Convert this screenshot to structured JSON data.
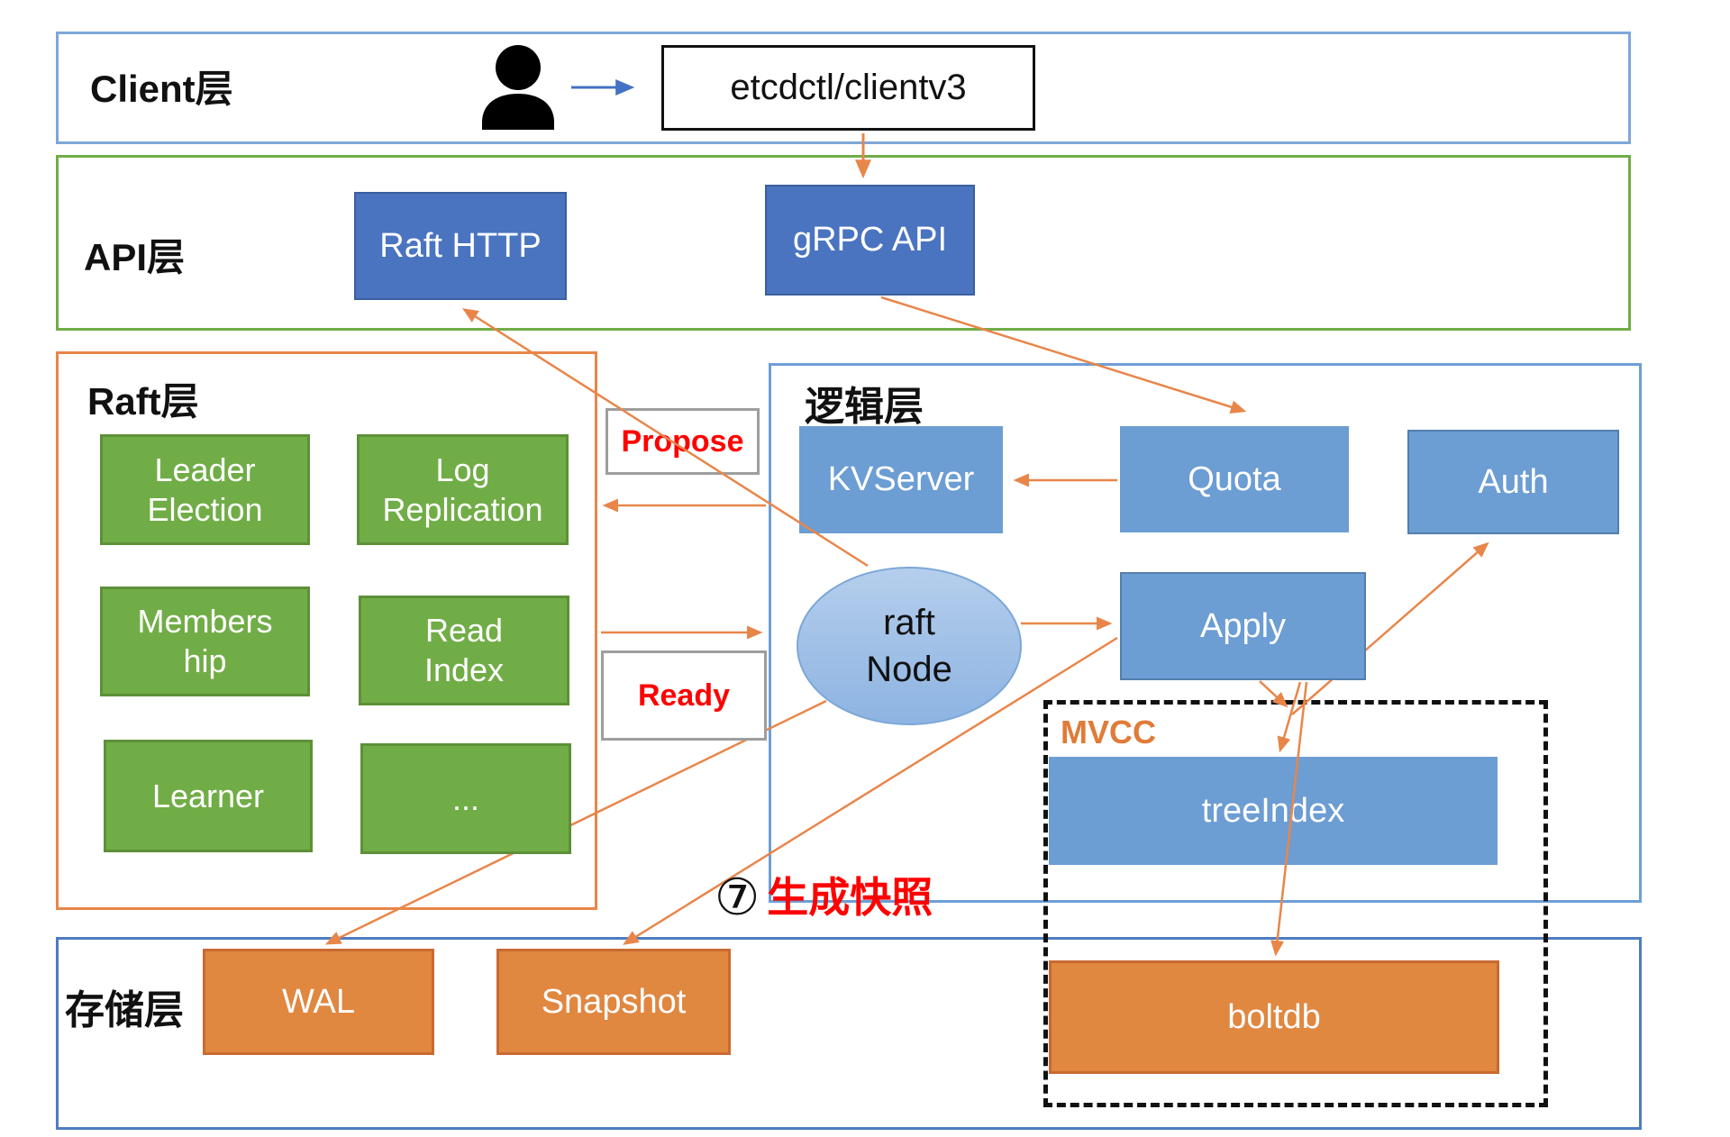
{
  "layers": {
    "client": {
      "title": "Client层"
    },
    "api": {
      "title": "API层"
    },
    "raft": {
      "title": "Raft层"
    },
    "logic": {
      "title": "逻辑层"
    },
    "storage": {
      "title": "存储层"
    }
  },
  "nodes": {
    "etcdctl": {
      "label": "etcdctl/clientv3"
    },
    "raft_http": {
      "label": "Raft HTTP"
    },
    "grpc_api": {
      "label": "gRPC API"
    },
    "leader_election": {
      "lines": [
        "Leader",
        "Election"
      ]
    },
    "log_replication": {
      "lines": [
        "Log",
        "Replication"
      ]
    },
    "membership": {
      "lines": [
        "Members",
        "hip"
      ]
    },
    "read_index": {
      "lines": [
        "Read",
        "Index"
      ]
    },
    "learner": {
      "label": "Learner"
    },
    "ellipsis": {
      "label": "..."
    },
    "kvserver": {
      "label": "KVServer"
    },
    "quota": {
      "label": "Quota"
    },
    "auth": {
      "label": "Auth"
    },
    "raft_node": {
      "lines": [
        "raft",
        "Node"
      ]
    },
    "apply": {
      "label": "Apply"
    },
    "mvcc": {
      "label": "MVCC"
    },
    "tree_index": {
      "label": "treeIndex"
    },
    "boltdb": {
      "label": "boltdb"
    },
    "wal": {
      "label": "WAL"
    },
    "snapshot": {
      "label": "Snapshot"
    }
  },
  "labels": {
    "propose": "Propose",
    "ready": "Ready",
    "step7_num": "⑦",
    "step7_text": "生成快照"
  },
  "colors": {
    "arrow_orange": "#e8864a",
    "arrow_blue": "#4472c4",
    "client_border": "#7ea7d8",
    "api_border": "#71ad47",
    "raft_border": "#e8864a",
    "logic_border": "#6d9ed6",
    "storage_border": "#4e7cc1",
    "box_blue_dark": "#4a74c0",
    "box_blue_light": "#6c9dd3",
    "box_green": "#71ad47",
    "box_orange": "#e08740",
    "label_red": "#ff0000",
    "mvcc_orange": "#e07b39"
  }
}
